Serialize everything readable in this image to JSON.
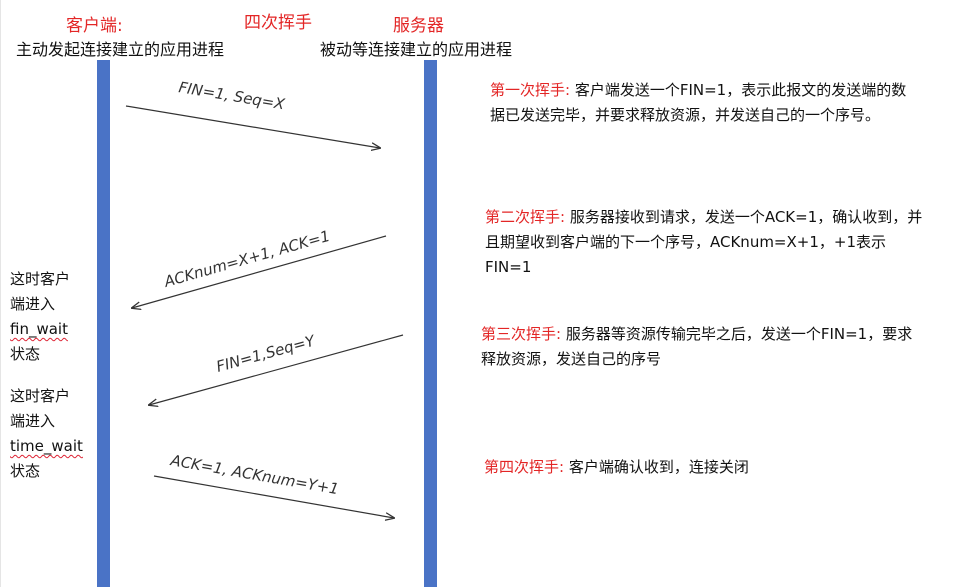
{
  "header": {
    "client_label": "客户端:",
    "title": "四次挥手",
    "server_label": "服务器",
    "client_sub": "主动发起连接建立的应用进程",
    "server_sub": "被动等连接建立的应用进程"
  },
  "arrows": [
    {
      "label": "FIN=1,  Seq=X"
    },
    {
      "label": "ACKnum=X+1,  ACK=1"
    },
    {
      "label": "FIN=1,Seq=Y"
    },
    {
      "label": "ACK=1,  ACKnum=Y+1"
    }
  ],
  "states": {
    "fin_wait": {
      "line1": "这时客户",
      "line2": "端进入",
      "line3": "fin_wait",
      "line4": "状态"
    },
    "time_wait": {
      "line1": "这时客户",
      "line2": "端进入",
      "line3": "time_wait",
      "line4": "状态"
    }
  },
  "steps": [
    {
      "title": "第一次挥手:",
      "text": "  客户端发送一个FIN=1，表示此报文的发送端的数据已发送完毕，并要求释放资源，并发送自己的一个序号。"
    },
    {
      "title": "第二次挥手:",
      "text": " 服务器接收到请求，发送一个ACK=1，确认收到，并且期望收到客户端的下一个序号，ACKnum=X+1，+1表示FIN=1"
    },
    {
      "title": "第三次挥手:",
      "text": " 服务器等资源传输完毕之后，发送一个FIN=1，要求释放资源，发送自己的序号"
    },
    {
      "title": "第四次挥手:",
      "text": " 客户端确认收到，连接关闭"
    }
  ],
  "colors": {
    "bar": "#4a73c6",
    "highlight": "#e32626",
    "arrow": "#333333"
  }
}
